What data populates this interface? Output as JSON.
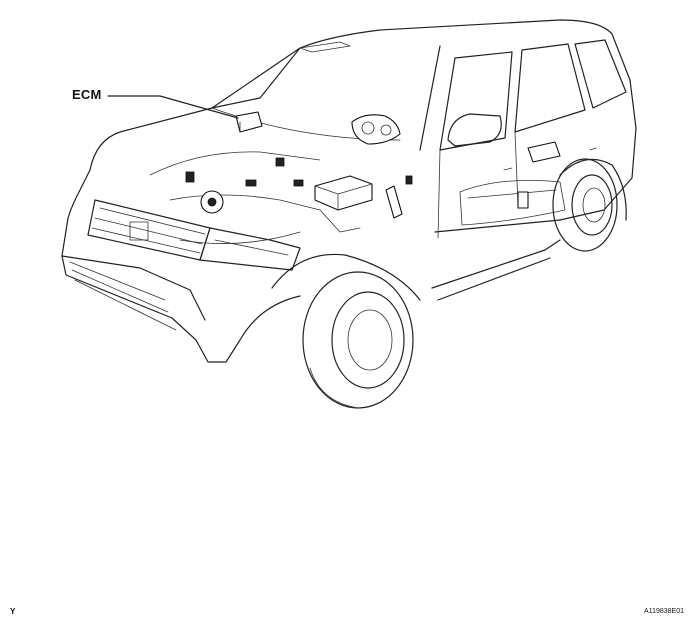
{
  "diagram": {
    "callout_label": "ECM",
    "corner_left_code": "Y",
    "corner_right_code": "A119838E01"
  }
}
